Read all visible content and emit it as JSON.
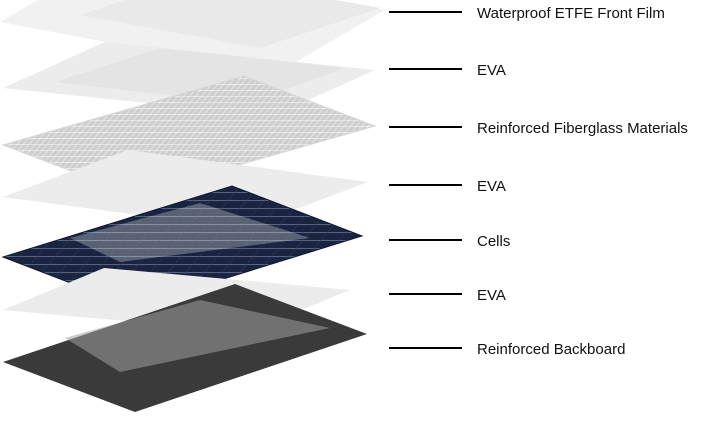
{
  "diagram": {
    "layers": [
      {
        "label": "Waterproof ETFE Front Film",
        "material": "film",
        "color": "#ececec"
      },
      {
        "label": "EVA",
        "material": "eva",
        "color": "#e6e6e6"
      },
      {
        "label": "Reinforced Fiberglass Materials",
        "material": "fiberglass-grid",
        "color": "#c9c9c9"
      },
      {
        "label": "EVA",
        "material": "eva",
        "color": "#e6e6e6"
      },
      {
        "label": "Cells",
        "material": "solar-cells",
        "color": "#1c2742"
      },
      {
        "label": "EVA",
        "material": "eva",
        "color": "#e6e6e6"
      },
      {
        "label": "Reinforced Backboard",
        "material": "backboard",
        "color": "#3a3a3a"
      }
    ]
  }
}
